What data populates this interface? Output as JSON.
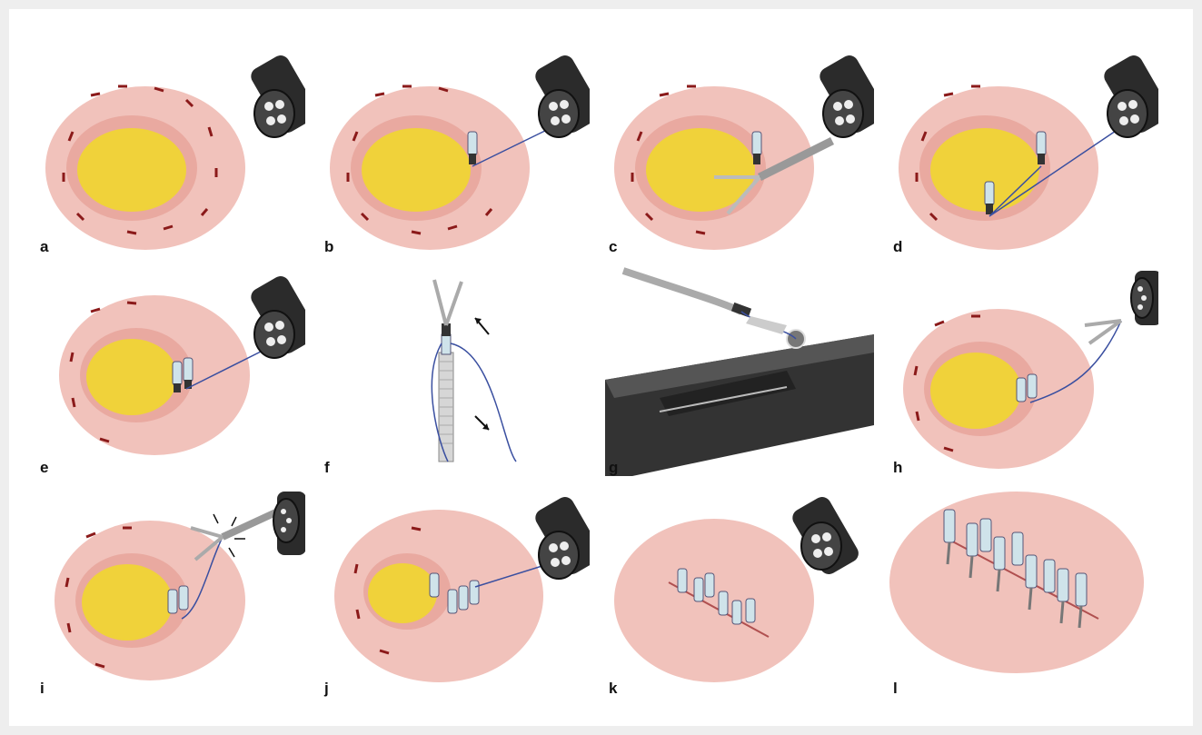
{
  "figure": {
    "panels": [
      {
        "label": "a",
        "scene": "lesion-scope"
      },
      {
        "label": "b",
        "scene": "first-clip-thread"
      },
      {
        "label": "c",
        "scene": "second-clip-loading"
      },
      {
        "label": "d",
        "scene": "two-clips-thread"
      },
      {
        "label": "e",
        "scene": "clips-approximated"
      },
      {
        "label": "f",
        "scene": "clip-applicator-closeup"
      },
      {
        "label": "g",
        "scene": "thread-cutter-closeup"
      },
      {
        "label": "h",
        "scene": "clip-released"
      },
      {
        "label": "i",
        "scene": "thread-cut"
      },
      {
        "label": "j",
        "scene": "additional-clips"
      },
      {
        "label": "k",
        "scene": "closed-defect"
      },
      {
        "label": "l",
        "scene": "closed-defect-closeup"
      }
    ],
    "colors": {
      "mucosa": "#f1c2bb",
      "mucosa_dark": "#e6a79d",
      "submucosa": "#f0d23a",
      "marking": "#8b1a1a",
      "scope": "#2b2b2b",
      "thread": "#3a4fa0",
      "clip": "#cfe3ea"
    }
  }
}
